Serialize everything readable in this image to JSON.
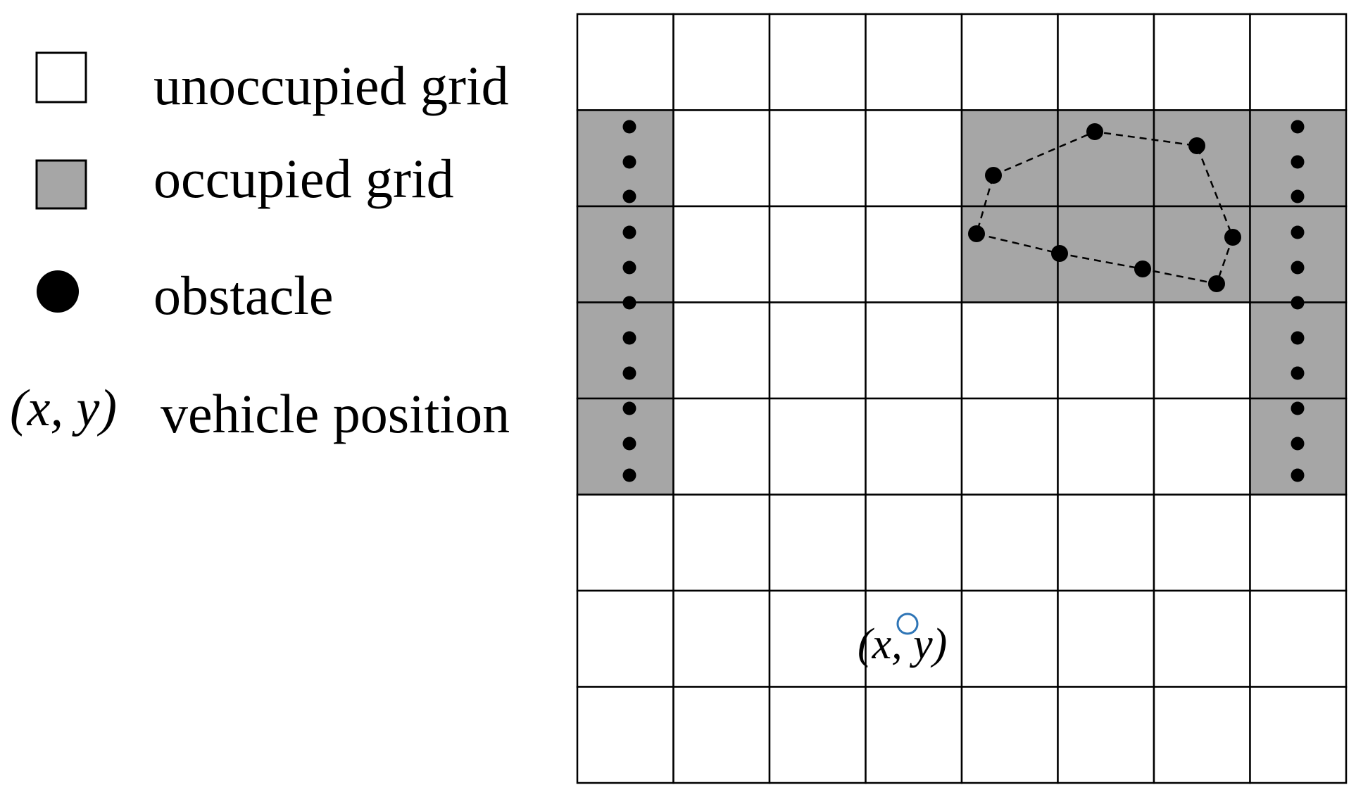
{
  "legend": {
    "unoccupied": "unoccupied grid",
    "occupied": "occupied grid",
    "obstacle": "obstacle",
    "vehicle_symbol": "(x, y)",
    "vehicle": "vehicle position"
  },
  "grid": {
    "rows": 8,
    "cols": 8,
    "occupied_cells": [
      [
        1,
        0
      ],
      [
        2,
        0
      ],
      [
        3,
        0
      ],
      [
        4,
        0
      ],
      [
        1,
        4
      ],
      [
        1,
        5
      ],
      [
        1,
        6
      ],
      [
        1,
        7
      ],
      [
        2,
        4
      ],
      [
        2,
        5
      ],
      [
        2,
        6
      ],
      [
        2,
        7
      ],
      [
        3,
        7
      ],
      [
        4,
        7
      ]
    ],
    "vehicle_label": "(x, y)"
  },
  "colors": {
    "occupied": "#a6a6a6",
    "unoccupied": "#ffffff",
    "grid_line": "#000000",
    "obstacle": "#000000",
    "vehicle_marker": "#2e75b6"
  },
  "icons": [
    "unoccupied-grid-icon",
    "occupied-grid-icon",
    "obstacle-icon",
    "vehicle-position-icon"
  ]
}
